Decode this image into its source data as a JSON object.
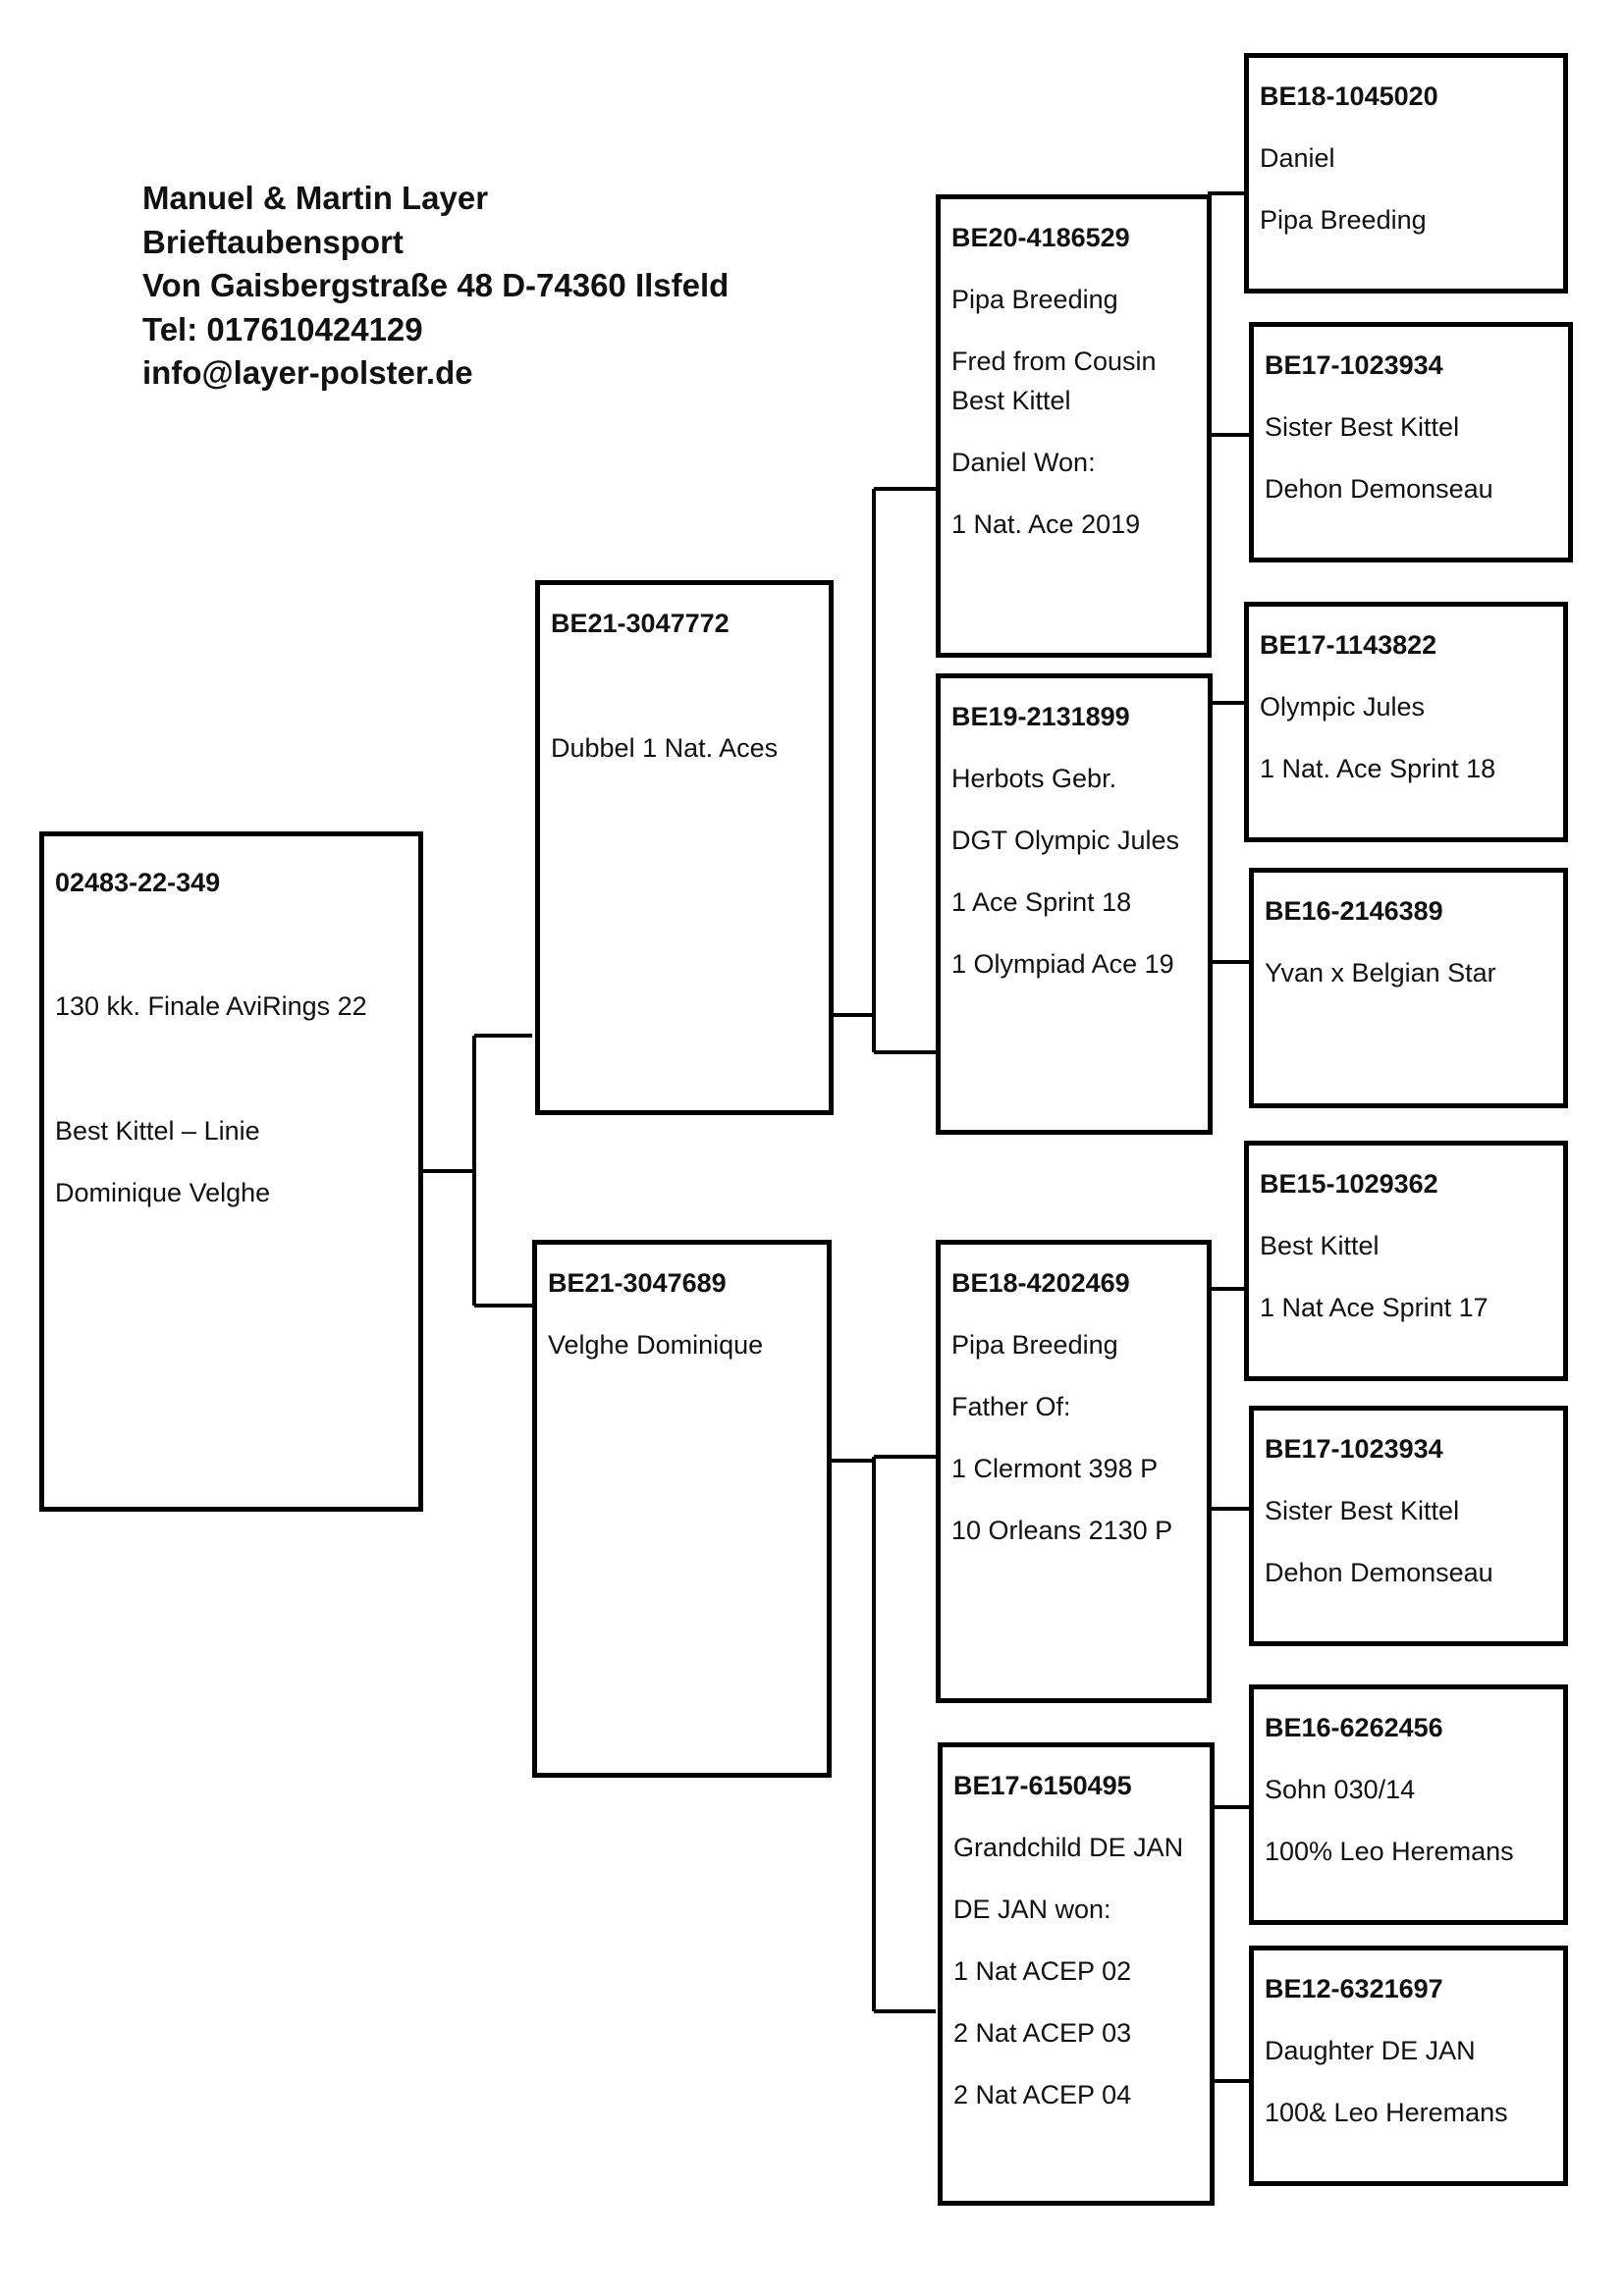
{
  "header": {
    "names": "Manuel & Martin Layer",
    "club": "Brieftaubensport",
    "address": "Von Gaisbergstraße 48 D-74360 Ilsfeld",
    "phone": "Tel: 017610424129",
    "email": "info@layer-polster.de"
  },
  "pedigree": {
    "subject": {
      "ring": "02483-22-349",
      "line1": "130 kk. Finale AviRings 22",
      "line2": "Best Kittel – Linie",
      "line3": "Dominique Velghe"
    },
    "sire": {
      "ring": "BE21-3047772",
      "line1": "Dubbel 1 Nat. Aces"
    },
    "dam": {
      "ring": "BE21-3047689",
      "line1": "Velghe Dominique"
    },
    "sire_sire": {
      "ring": "BE20-4186529",
      "line1": "Pipa Breeding",
      "line2": "Fred from Cousin",
      "line3": "Best Kittel",
      "line4": "Daniel Won:",
      "line5": "1 Nat. Ace 2019"
    },
    "sire_dam": {
      "ring": "BE19-2131899",
      "line1": "Herbots Gebr.",
      "line2": "DGT Olympic Jules",
      "line3": "1 Ace Sprint  18",
      "line4": "1 Olympiad Ace 19"
    },
    "dam_sire": {
      "ring": "BE18-4202469",
      "line1": "Pipa Breeding",
      "line2": "Father Of:",
      "line3": "1 Clermont 398 P",
      "line4": "10 Orleans 2130 P"
    },
    "dam_dam": {
      "ring": "BE17-6150495",
      "line1": "Grandchild DE  JAN",
      "line2": "DE JAN won:",
      "line3": "1 Nat ACEP 02",
      "line4": "2 Nat ACEP 03",
      "line5": "2 Nat ACEP 04"
    },
    "ss_sire": {
      "ring": "BE18-1045020",
      "line1": "Daniel",
      "line2": "Pipa Breeding"
    },
    "ss_dam": {
      "ring": "BE17-1023934",
      "line1": "Sister Best Kittel",
      "line2": "Dehon Demonseau"
    },
    "sd_sire": {
      "ring": "BE17-1143822",
      "line1": "Olympic Jules",
      "line2": "1 Nat. Ace Sprint 18"
    },
    "sd_dam": {
      "ring": "BE16-2146389",
      "line1": "Yvan x Belgian Star"
    },
    "ds_sire": {
      "ring": "BE15-1029362",
      "line1": "Best Kittel",
      "line2": "1 Nat Ace Sprint 17"
    },
    "ds_dam": {
      "ring": "BE17-1023934",
      "line1": "Sister Best Kittel",
      "line2": "Dehon Demonseau"
    },
    "dd_sire": {
      "ring": "BE16-6262456",
      "line1": "Sohn 030/14",
      "line2": "100% Leo Heremans"
    },
    "dd_dam": {
      "ring": "BE12-6321697",
      "line1": "Daughter DE JAN",
      "line2": "100& Leo Heremans"
    }
  }
}
